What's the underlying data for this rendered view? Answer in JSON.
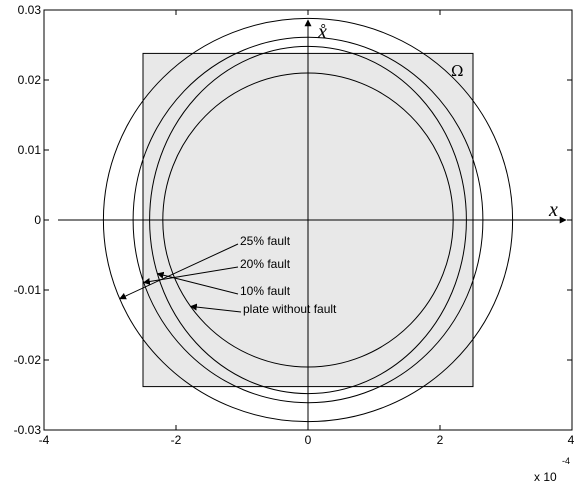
{
  "chart_data": {
    "type": "diagram",
    "xlim": [
      -4,
      4
    ],
    "ylim": [
      -0.03,
      0.03
    ],
    "x_ticks": [
      -4,
      -2,
      0,
      2,
      4
    ],
    "x_tick_labels": [
      "-4",
      "-2",
      "0",
      "2",
      "4"
    ],
    "y_ticks": [
      0.03,
      0.02,
      0.01,
      0,
      -0.01,
      -0.02,
      -0.03
    ],
    "y_tick_labels": [
      "0.03",
      "0.02",
      "0.01",
      "0",
      "-0.01",
      "-0.02",
      "-0.03"
    ],
    "x_multiplier_base": "x 10",
    "x_multiplier_exp": "-4",
    "axis_x_label": "x",
    "axis_y_label": "x̊",
    "region_label": "Ω",
    "plate": {
      "x": [
        -2.5,
        2.5
      ],
      "y": [
        -0.0238,
        0.0238
      ],
      "fill": "#e8e8e8"
    },
    "circles": [
      {
        "name": "25% fault",
        "rx": 3.1,
        "ry": 0.0288
      },
      {
        "name": "20% fault",
        "rx": 2.65,
        "ry": 0.0261
      },
      {
        "name": "10% fault",
        "rx": 2.4,
        "ry": 0.0248
      },
      {
        "name": "plate without fault",
        "rx": 2.2,
        "ry": 0.021
      }
    ],
    "annotations": [
      {
        "text": "25% fault",
        "target_circle": 0
      },
      {
        "text": "20% fault",
        "target_circle": 1
      },
      {
        "text": "10% fault",
        "target_circle": 2
      },
      {
        "text": "plate without fault",
        "target_circle": 3
      }
    ]
  }
}
